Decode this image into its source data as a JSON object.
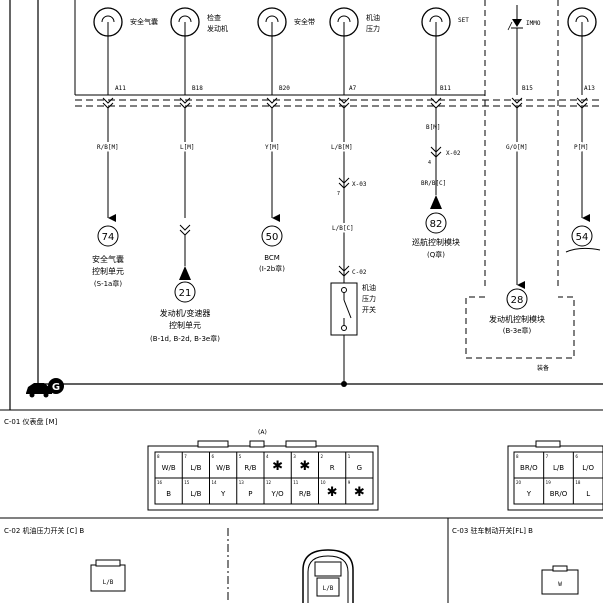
{
  "indicators": [
    {
      "label1": "安全气囊",
      "label2": ""
    },
    {
      "label1": "检查",
      "label2": "发动机"
    },
    {
      "label1": "安全带",
      "label2": ""
    },
    {
      "label1": "机油",
      "label2": "压力"
    },
    {
      "label1": "SET",
      "label2": ""
    },
    {
      "label1": "IMMO",
      "label2": ""
    }
  ],
  "pins": [
    "A11",
    "B18",
    "B20",
    "A7",
    "B11",
    "B15",
    "A13"
  ],
  "wires": [
    "R/B[M]",
    "L[M]",
    "Y[M]",
    "L/B[M]",
    "B[M]",
    "G/O[M]",
    "P[M]"
  ],
  "connectors": {
    "x03": "X-03",
    "x03_pin": "7",
    "x02": "X-02",
    "x02_pin": "4",
    "c02": "C-02",
    "lb_c": "L/B[C]",
    "brb_c": "BR/B[C]"
  },
  "refs": [
    {
      "num": "74",
      "lines": [
        "安全气囊",
        "控制单元",
        "(S-1a章)"
      ]
    },
    {
      "num": "21",
      "lines": [
        "发动机/变速器",
        "控制单元",
        "(B-1d, B-2d, B-3e章)"
      ]
    },
    {
      "num": "50",
      "lines": [
        "BCM",
        "(I-2b章)"
      ]
    },
    {
      "num": "82",
      "lines": [
        "巡航控制模块",
        "(Q章)"
      ]
    },
    {
      "num": "28",
      "lines": [
        "发动机控制模块",
        "(B-3e章)"
      ]
    },
    {
      "num": "54",
      "lines": []
    }
  ],
  "switch_label": [
    "机油",
    "压力",
    "开关"
  ],
  "note_box_label": "装备",
  "ground_label": "G",
  "panel_c01": {
    "title": "C-01 仪表盘 [M]",
    "conn_label": "(A)",
    "grid_a": {
      "row1": [
        {
          "n": "8",
          "t": "W/B"
        },
        {
          "n": "7",
          "t": "L/B"
        },
        {
          "n": "6",
          "t": "W/B"
        },
        {
          "n": "5",
          "t": "R/B"
        },
        {
          "n": "4",
          "t": "✱"
        },
        {
          "n": "3",
          "t": "✱"
        },
        {
          "n": "2",
          "t": "R"
        },
        {
          "n": "1",
          "t": "G"
        }
      ],
      "row2": [
        {
          "n": "16",
          "t": "B"
        },
        {
          "n": "15",
          "t": "L/B"
        },
        {
          "n": "14",
          "t": "Y"
        },
        {
          "n": "13",
          "t": "P"
        },
        {
          "n": "12",
          "t": "Y/O"
        },
        {
          "n": "11",
          "t": "R/B"
        },
        {
          "n": "10",
          "t": "✱"
        },
        {
          "n": "9",
          "t": "✱"
        }
      ]
    },
    "grid_b": {
      "row1": [
        {
          "n": "8",
          "t": "BR/O"
        },
        {
          "n": "7",
          "t": "L/B"
        },
        {
          "n": "6",
          "t": "L/O"
        }
      ],
      "row2": [
        {
          "n": "20",
          "t": "Y"
        },
        {
          "n": "19",
          "t": "BR/O"
        },
        {
          "n": "18",
          "t": "L"
        }
      ]
    }
  },
  "panel_c02": {
    "title": "C-02 机油压力开关 [C] B",
    "pin_label": "L/B"
  },
  "panel_c03": {
    "title": "C-03 驻车制动开关[FL] B",
    "pin_label": "W"
  }
}
